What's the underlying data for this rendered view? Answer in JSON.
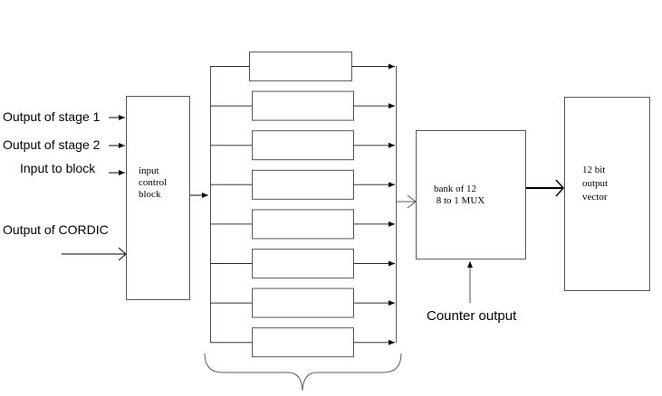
{
  "inputs": [
    {
      "label": "Output of stage 1"
    },
    {
      "label": "Output of stage 2"
    },
    {
      "label": "Input to block"
    },
    {
      "label": "Output of CORDIC"
    }
  ],
  "input_control": {
    "line1": "input",
    "line2": "control",
    "line3": "block"
  },
  "registers": {
    "count": 8
  },
  "mux": {
    "line1": "bank of 12",
    "line2": " 8 to 1 MUX"
  },
  "counter": {
    "label": "Counter output"
  },
  "output": {
    "line1": "12 bit",
    "line2": "output",
    "line3": "vector"
  },
  "colors": {
    "line": "#000000",
    "box": "#555555"
  }
}
